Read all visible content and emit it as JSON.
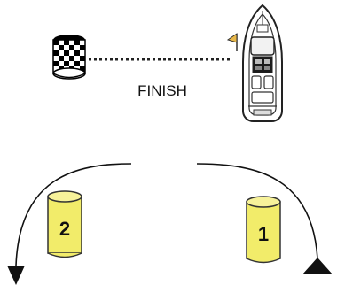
{
  "finish_label": "FINISH",
  "buoys": [
    {
      "id": "left",
      "number": "2"
    },
    {
      "id": "right",
      "number": "1"
    }
  ],
  "colors": {
    "buoy_fill": "#f2ec6a",
    "buoy_stroke": "#333333",
    "line": "#222222",
    "boat_hull": "#ffffff",
    "boat_flag": "#e8b84a"
  },
  "icons": {
    "finish_marker": "checkered-flag-buoy-icon",
    "committee_boat": "boat-icon",
    "left_turn": "arrow-down-icon",
    "right_turn": "arrow-up-icon"
  }
}
